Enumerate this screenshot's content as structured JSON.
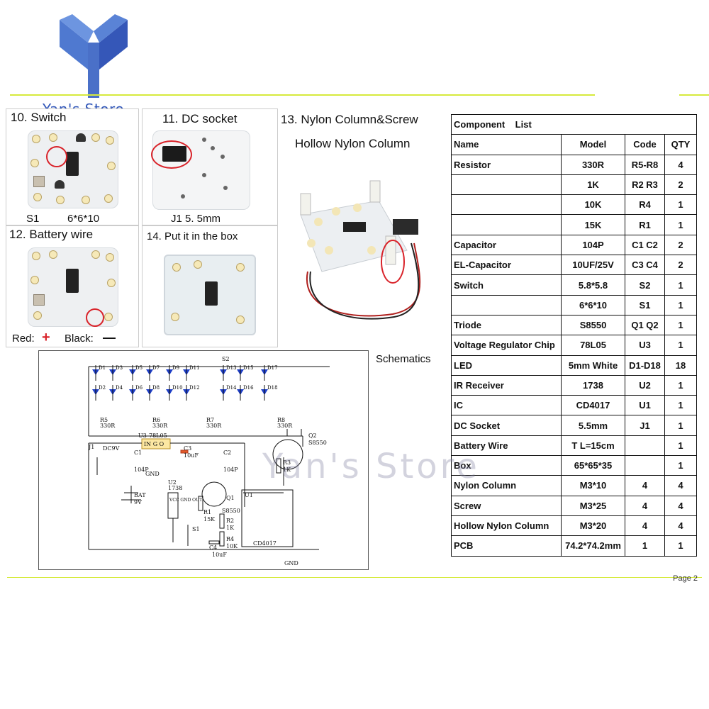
{
  "store": {
    "name": "Yan's Store"
  },
  "panels": {
    "switch": {
      "title": "10. Switch",
      "label_left": "S1",
      "label_right": "6*6*10"
    },
    "dc_socket": {
      "title": "11. DC socket",
      "label": "J1   5. 5mm"
    },
    "nylon": {
      "title": "13. Nylon Column&Screw",
      "subtitle": "Hollow Nylon Column"
    },
    "battery": {
      "title": "12. Battery wire",
      "red_label": "Red:",
      "red_sign": "+",
      "black_label": "Black:",
      "black_sign": "—"
    },
    "box": {
      "title": "14. Put it in the box"
    }
  },
  "schematics_label": "Schematics",
  "component_list": {
    "title": "Component    List",
    "headers": [
      "Name",
      "Model",
      "Code",
      "QTY"
    ],
    "rows": [
      [
        "Resistor",
        "330R",
        "R5-R8",
        "4"
      ],
      [
        "",
        "1K",
        "R2 R3",
        "2"
      ],
      [
        "",
        "10K",
        "R4",
        "1"
      ],
      [
        "",
        "15K",
        "R1",
        "1"
      ],
      [
        "Capacitor",
        "104P",
        "C1  C2",
        "2"
      ],
      [
        "EL-Capacitor",
        "10UF/25V",
        "C3  C4",
        "2"
      ],
      [
        "Switch",
        "5.8*5.8",
        "S2",
        "1"
      ],
      [
        "",
        "6*6*10",
        "S1",
        "1"
      ],
      [
        "Triode",
        "S8550",
        "Q1 Q2",
        "1"
      ],
      [
        "Voltage Regulator Chip",
        "78L05",
        "U3",
        "1"
      ],
      [
        "LED",
        "5mm White",
        "D1-D18",
        "18"
      ],
      [
        "IR Receiver",
        "1738",
        "U2",
        "1"
      ],
      [
        "IC",
        "CD4017",
        "U1",
        "1"
      ],
      [
        "DC Socket",
        "5.5mm",
        "J1",
        "1"
      ],
      [
        "Battery Wire",
        "T   L=15cm",
        "",
        "1"
      ],
      [
        "Box",
        "65*65*35",
        "",
        "1"
      ],
      [
        "Nylon Column",
        "M3*10",
        "4",
        "4"
      ],
      [
        "Screw",
        "M3*25",
        "4",
        "4"
      ],
      [
        "Hollow Nylon Column",
        "M3*20",
        "4",
        "4"
      ],
      [
        "PCB",
        "74.2*74.2mm",
        "1",
        "1"
      ]
    ]
  },
  "schematic": {
    "diodes": [
      "D1",
      "D3",
      "D5",
      "D7",
      "D9",
      "D11",
      "D13",
      "D15",
      "D17",
      "D2",
      "D4",
      "D6",
      "D8",
      "D10",
      "D12",
      "D14",
      "D16",
      "D18"
    ],
    "resistors": [
      "R5",
      "R6",
      "R7",
      "R8"
    ],
    "resistor_value": "330R",
    "switch2": "S2",
    "q2": "Q2",
    "q2_model": "S8550",
    "u3": "U3",
    "u3_model": "78L05",
    "u3_pins": "IN G O",
    "j1": "J1",
    "j1_label": "DC9V",
    "c1": "C1",
    "c1_value": "104P",
    "c3": "C3",
    "c3_value": "10uF",
    "c2": "C2",
    "c2_value": "104P",
    "gnd": "GND",
    "bat": "BAT",
    "bat_value": "9V",
    "r3": "R3",
    "r3_value": "1K",
    "u2": "U2",
    "u2_model": "1738",
    "u2_pins": "VCC GND OUT",
    "q1": "Q1",
    "q1_model": "S8550",
    "r1": "R1",
    "r1_value": "15K",
    "r2": "R2",
    "r2_value": "1K",
    "s1": "S1",
    "c4": "C4",
    "c4_value": "10uF",
    "r4": "R4",
    "r4_value": "10K",
    "u1": "U1",
    "u1_model": "CD4017"
  },
  "watermark": "Yan's Store",
  "page_label": "Page  2",
  "colors": {
    "logo_blue": "#2f55b8",
    "rule_yellow": "#d6ea3c",
    "led_blue": "#1e3fc8",
    "highlight_red": "#d9232a"
  }
}
